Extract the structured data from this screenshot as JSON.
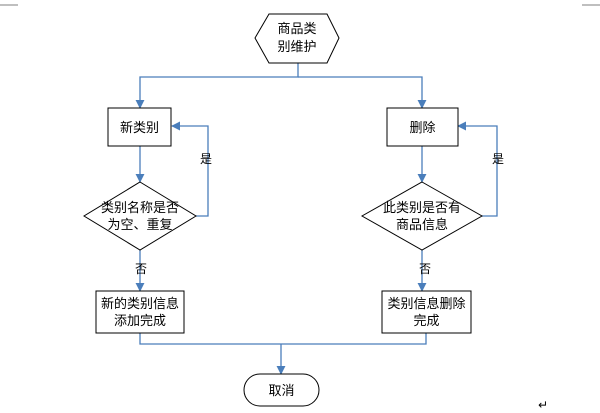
{
  "nodes": {
    "start": [
      "商品类",
      "别维护"
    ],
    "new_category": "新类别",
    "check_name": [
      "类别名称是否",
      "为空、重复"
    ],
    "add_done": [
      "新的类别信息",
      "添加完成"
    ],
    "delete": "删除",
    "check_goods": [
      "此类别是否有",
      "商品信息"
    ],
    "delete_done": [
      "类别信息删除",
      "完成"
    ],
    "cancel": "取消"
  },
  "edges": {
    "yes_left": "是",
    "no_left": "否",
    "yes_right": "是",
    "no_right": "否"
  },
  "return_mark": "↵",
  "colors": {
    "connector": "#4a7ebb",
    "stroke": "#000000"
  }
}
